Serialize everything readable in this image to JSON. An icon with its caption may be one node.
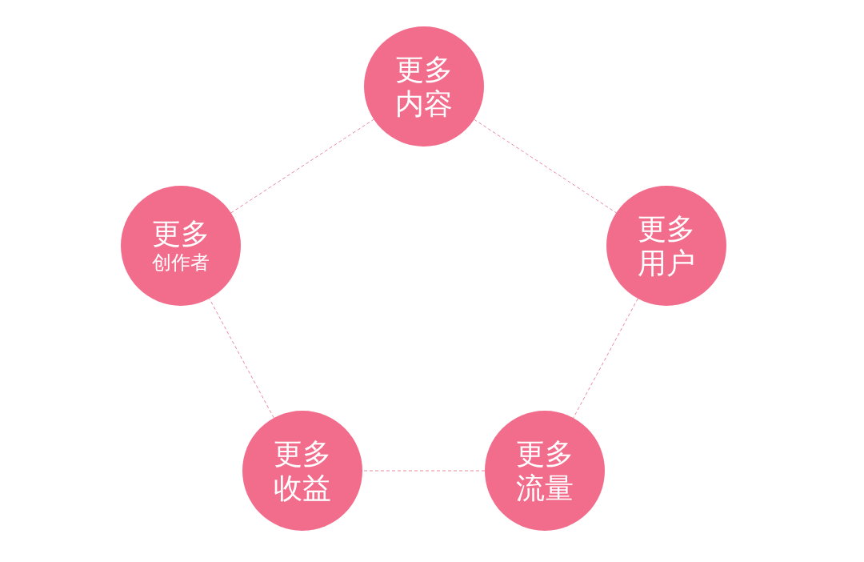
{
  "diagram": {
    "nodes": [
      {
        "text": [
          "更多内容"
        ]
      },
      {
        "text": [
          "更多用户"
        ]
      },
      {
        "text": [
          "更多流量"
        ]
      },
      {
        "text": [
          "更多收益"
        ]
      },
      {
        "text": [
          "更多",
          "创作者"
        ]
      }
    ],
    "edges": [
      {
        "from": 0,
        "to": 1,
        "arrow": "none",
        "style": "dashed"
      },
      {
        "from": 1,
        "to": 2,
        "arrow": "none",
        "style": "dashed"
      },
      {
        "from": 2,
        "to": 3,
        "arrow": "none",
        "style": "dashed"
      },
      {
        "from": 3,
        "to": 4,
        "arrow": "none",
        "style": "dashed"
      },
      {
        "from": 4,
        "to": 0,
        "arrow": "none",
        "style": "dashed"
      }
    ]
  }
}
